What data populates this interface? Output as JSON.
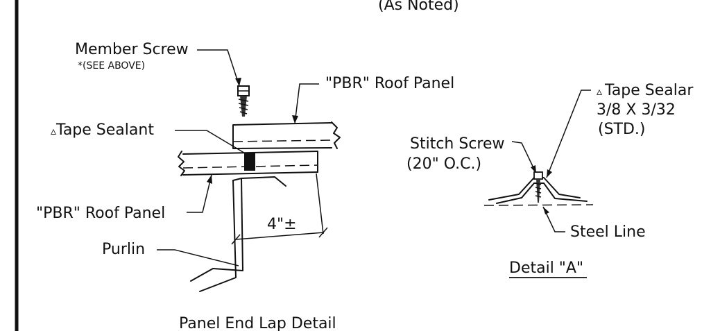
{
  "top_note": "(As Noted)",
  "left_detail": {
    "member_screw": "Member Screw",
    "see_above": "*(SEE ABOVE)",
    "upper_panel": "\"PBR\" Roof Panel",
    "tape_sealant_symbol": "▵",
    "tape_sealant": "Tape Sealant",
    "lower_panel": "\"PBR\" Roof Panel",
    "dimension": "4\"±",
    "purlin": "Purlin",
    "title": "Panel End Lap Detail"
  },
  "right_detail": {
    "tape_sealant_symbol": "▵",
    "tape_sealant": "Tape Sealar",
    "tape_size": "3/8 X 3/32",
    "tape_std": "(STD.)",
    "stitch_screw": "Stitch Screw",
    "stitch_spacing": "(20\" O.C.)",
    "steel_line": "Steel Line",
    "title": "Detail \"A\""
  }
}
